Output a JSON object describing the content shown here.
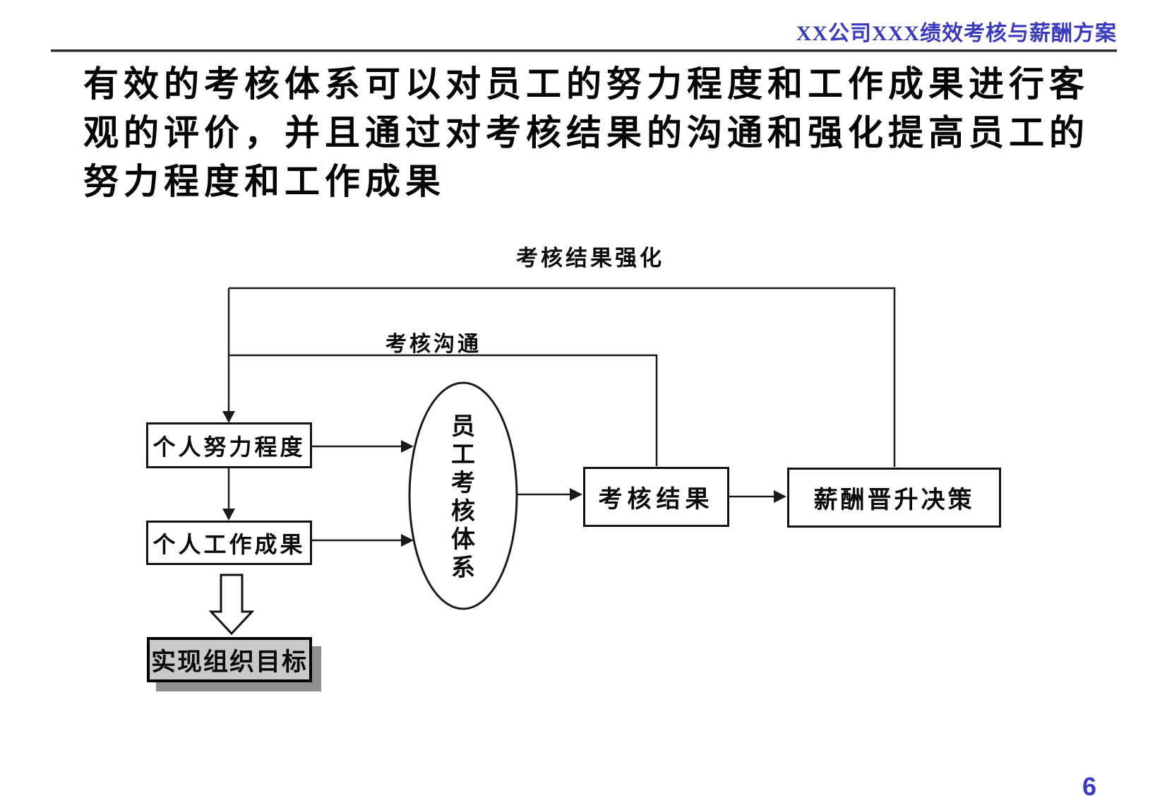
{
  "header": {
    "title": "XX公司XXX绩效考核与薪酬方案",
    "page_number": "6"
  },
  "slide_title": {
    "lines": [
      "有效的考核体系可以对员工的努力程度和工作成果进行客",
      "观的评价，并且通过对考核结果的沟通和强化提高员工的",
      "努力程度和工作成果"
    ]
  },
  "diagram": {
    "feedback_labels": {
      "reinforce": "考核结果强化",
      "communicate": "考核沟通"
    },
    "nodes": {
      "individual_effort": "个人努力程度",
      "individual_work_results": "个人工作成果",
      "employee_assessment_system": "员工考核体系",
      "assessment_result": "考核结果",
      "pay_promotion_decision": "薪酬晋升决策",
      "achieve_org_goal": "实现组织目标"
    }
  },
  "colors": {
    "accent_blue": "#3a3ac1",
    "line_black": "#1a1a1a",
    "goal_fill": "#c9c9c9",
    "goal_shadow": "#8f8f8f"
  }
}
